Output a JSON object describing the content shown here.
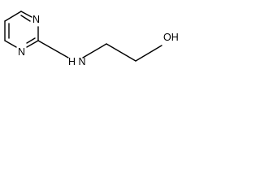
{
  "structure": {
    "atoms": {
      "ring_n_top": "N",
      "ring_n_bottom": "N",
      "amine": "H N",
      "hydroxyl": "OH"
    }
  },
  "colors": {
    "bond": "#000000",
    "label": "#000000",
    "background": "#ffffff"
  }
}
